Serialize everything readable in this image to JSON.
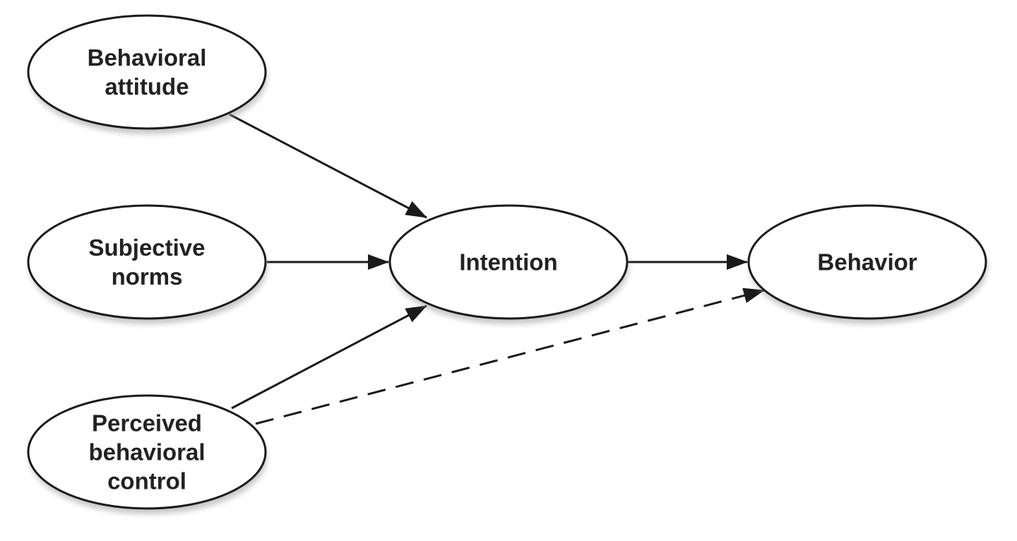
{
  "diagram": {
    "nodes": [
      {
        "id": "attitude",
        "lines": [
          "Behavioral",
          "attitude"
        ]
      },
      {
        "id": "norms",
        "lines": [
          "Subjective",
          "norms"
        ]
      },
      {
        "id": "control",
        "lines": [
          "Perceived",
          "behavioral",
          "control"
        ]
      },
      {
        "id": "intention",
        "lines": [
          "Intention"
        ]
      },
      {
        "id": "behavior",
        "lines": [
          "Behavior"
        ]
      }
    ],
    "edges": [
      {
        "from": "attitude",
        "to": "intention",
        "style": "solid"
      },
      {
        "from": "norms",
        "to": "intention",
        "style": "solid"
      },
      {
        "from": "control",
        "to": "intention",
        "style": "solid"
      },
      {
        "from": "intention",
        "to": "behavior",
        "style": "solid"
      },
      {
        "from": "control",
        "to": "behavior",
        "style": "dashed"
      }
    ],
    "colors": {
      "stroke": "#1a1a1a",
      "fill": "#ffffff",
      "text": "#222222",
      "shadow": "#9a9a9a"
    }
  }
}
